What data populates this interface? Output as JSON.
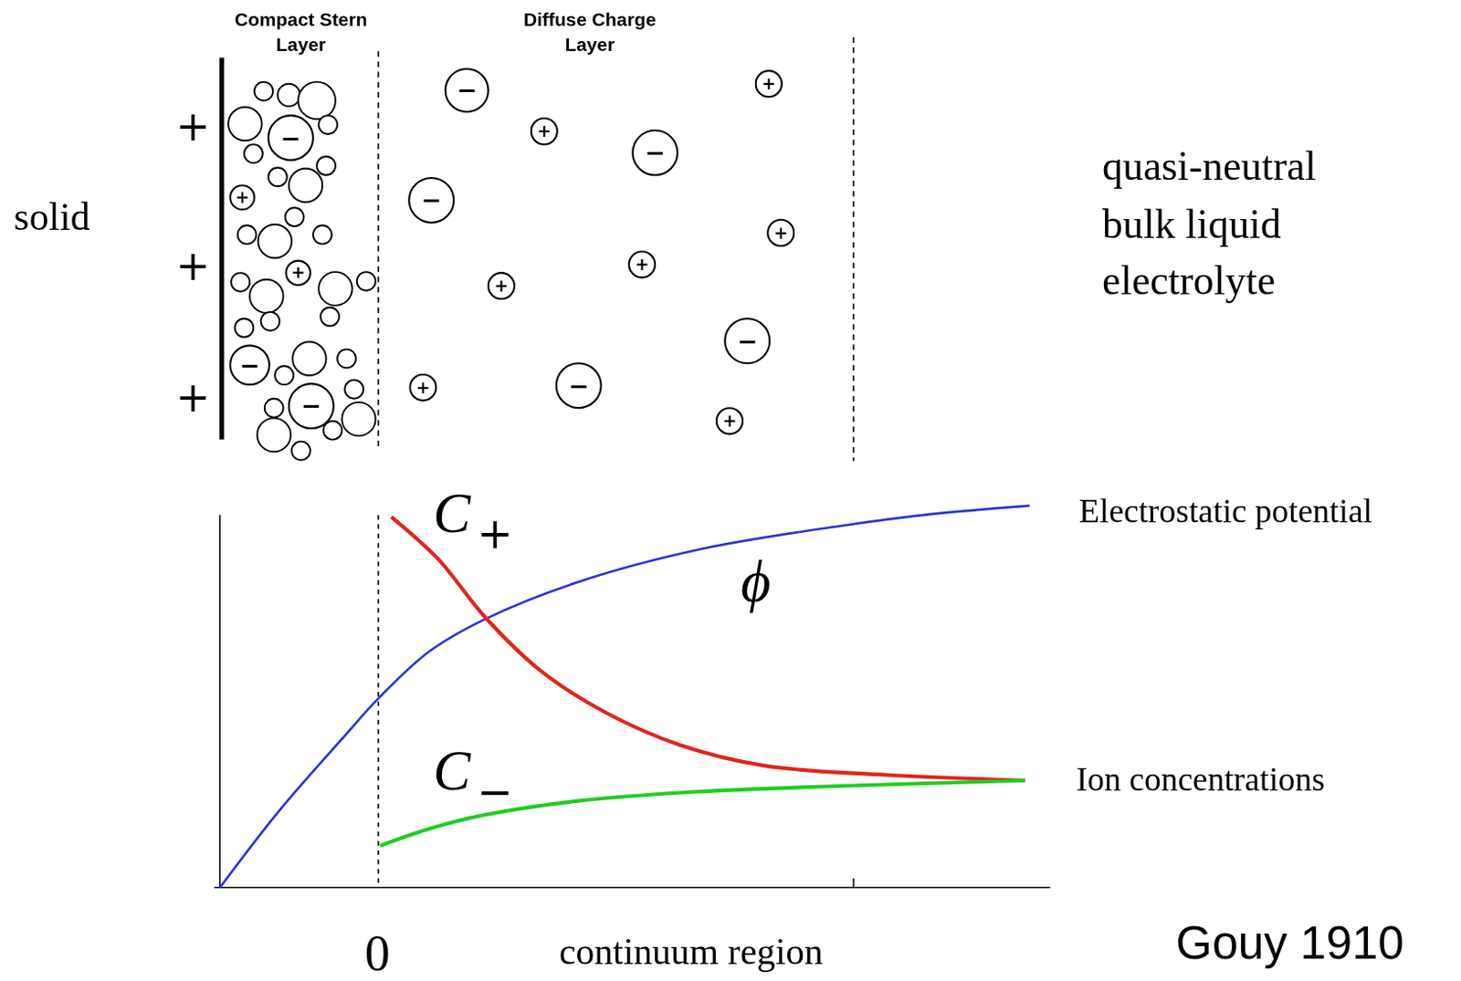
{
  "diagram": {
    "nodes": [
      {
        "text": [
          "−"
        ]
      },
      {
        "text": [
          "+"
        ]
      },
      {
        "text": [
          "+"
        ]
      },
      {
        "text": [
          "−"
        ]
      },
      {
        "text": [
          "−"
        ]
      },
      {
        "text": [
          "−"
        ]
      },
      {
        "text": [
          "+"
        ]
      },
      {
        "text": [
          "+"
        ]
      },
      {
        "text": [
          "−"
        ]
      },
      {
        "text": [
          "−"
        ]
      },
      {
        "text": [
          "+"
        ]
      },
      {
        "text": [
          "+"
        ]
      },
      {
        "text": [
          "+"
        ]
      },
      {
        "text": [
          "−"
        ]
      },
      {
        "text": [
          "+"
        ]
      },
      {
        "text": [
          "−"
        ]
      },
      {
        "text": [
          "+"
        ]
      }
    ],
    "labels": [
      "Compact Stern Layer",
      "Diffuse Charge Layer",
      "+",
      "+",
      "+",
      "solid",
      "quasi-neutral bulk liquid electrolyte",
      "C",
      "+",
      "ϕ",
      "C",
      "−",
      "Electrostatic potential",
      "Ion concentrations",
      "0",
      "continuum region",
      "Gouy 1910"
    ]
  }
}
